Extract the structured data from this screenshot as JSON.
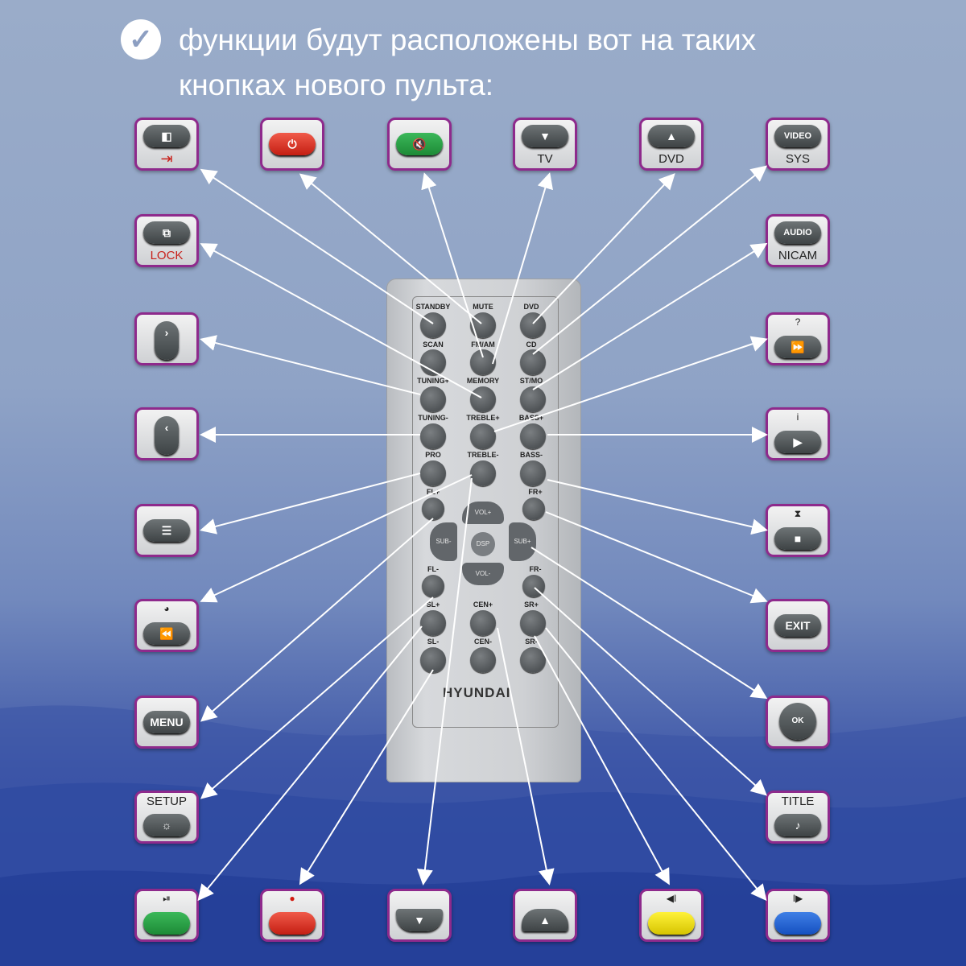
{
  "header": {
    "icon": "check-circle-icon",
    "line1": "функции будут расположены вот на таких",
    "line2": "кнопках нового пульта:"
  },
  "remote": {
    "brand": "HYUNDAI",
    "labels": {
      "standby": "STANDBY",
      "mute": "MUTE",
      "dvd": "DVD",
      "scan": "SCAN",
      "fmam": "FM/AM",
      "cd": "CD",
      "tuning_plus": "TUNING+",
      "memory": "MEMORY",
      "stmo": "ST/MO",
      "tuning_minus": "TUNING-",
      "treble_plus": "TREBLE+",
      "bass_plus": "BASS+",
      "pro": "PRO",
      "treble_minus": "TREBLE-",
      "bass_minus": "BASS-",
      "fl_plus": "FL+",
      "fr_plus": "FR+",
      "vol_plus": "VOL+",
      "vol_minus": "VOL-",
      "sub_minus": "SUB-",
      "sub_plus": "SUB+",
      "dsp": "DSP",
      "fl_minus": "FL-",
      "fr_minus": "FR-",
      "sl_plus": "SL+",
      "cen_plus": "CEN+",
      "sr_plus": "SR+",
      "sl_minus": "SL-",
      "cen_minus": "CEN-",
      "sr_minus": "SR-"
    }
  },
  "tiles": {
    "tv": "TV",
    "dvd": "DVD",
    "video": "VIDEO",
    "sys": "SYS",
    "lock": "LOCK",
    "audio": "AUDIO",
    "nicam": "NICAM",
    "question": "?",
    "info": "i",
    "exit": "EXIT",
    "menu": "MENU",
    "setup": "SETUP",
    "title": "TITLE",
    "ok": "OK"
  },
  "colors": {
    "tile_border": "#8e2a8c",
    "arrow": "#ffffff",
    "power_red": "#d8281c",
    "mute_green": "#24994a",
    "yellow": "#f1e20e",
    "blue": "#1e5fd6"
  }
}
